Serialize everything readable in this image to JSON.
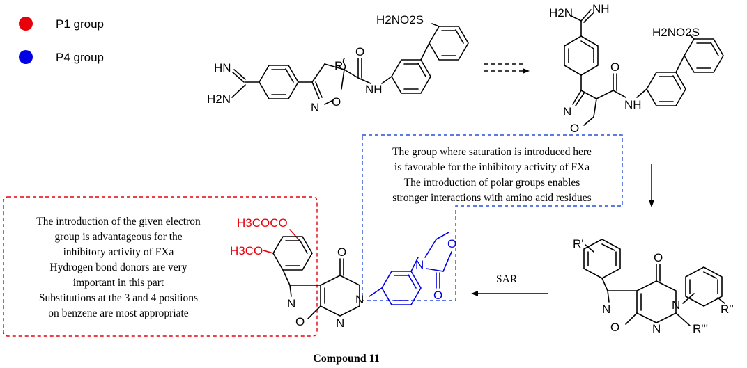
{
  "legend": {
    "items": [
      {
        "label": "P1 group",
        "color": "#e8000b"
      },
      {
        "label": "P4 group",
        "color": "#0000e6"
      }
    ]
  },
  "annotations": {
    "blue_box": {
      "color": "#2a4fd6",
      "lines": [
        "The group where saturation is introduced here",
        "is favorable for the inhibitory activity of FXa",
        "The introduction of polar groups enables",
        "stronger interactions with amino acid residues"
      ]
    },
    "red_box": {
      "color": "#e8000b",
      "lines": [
        "The introduction of the given electron",
        "group is advantageous for the",
        "inhibitory activity of FXa",
        "Hydrogen bond donors are very",
        "important in this part",
        "Substitutions at the 3 and 4 positions",
        "on benzene are most appropriate"
      ]
    }
  },
  "arrows": {
    "sar_label": "SAR"
  },
  "caption": "Compound 11",
  "structure_labels": {
    "HN": "HN",
    "H2N": "H2N",
    "NH": "NH",
    "R": "R",
    "O": "O",
    "N": "N",
    "H2NO2S": "H2NO2S",
    "Rp": "R'",
    "Rpp": "R''",
    "Rppp": "R'''",
    "H3COCO": "H3COCO",
    "H3CO": "H3CO"
  }
}
